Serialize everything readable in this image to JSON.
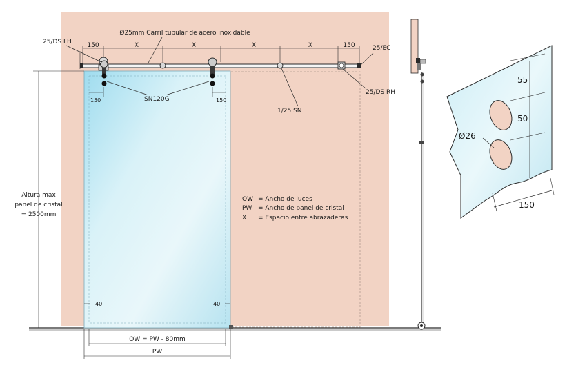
{
  "labels": {
    "rail_title": "Ø25mm Carril tubular de acero inoxidable",
    "ds_lh": "25/DS LH",
    "ds_rh": "25/DS RH",
    "ec": "25/EC",
    "sn120g": "SN120G",
    "sn": "1/25 SN",
    "max_height_line1": "Altura max",
    "max_height_line2": "panel de cristal",
    "max_height_line3": "= 2500mm",
    "ow_formula": "OW = PW - 80mm",
    "pw": "PW"
  },
  "top_dimensions": [
    "150",
    "X",
    "X",
    "X",
    "X",
    "150"
  ],
  "panel_dimensions": {
    "left_150": "150",
    "right_150": "150",
    "left_40": "40",
    "right_40": "40"
  },
  "legend": [
    {
      "key": "OW",
      "text": "= Ancho de luces"
    },
    {
      "key": "PW",
      "text": "= Ancho de panel de cristal"
    },
    {
      "key": "X",
      "text": "= Espacio entre abrazaderas"
    }
  ],
  "detail_dimensions": {
    "d55": "55",
    "d50": "50",
    "d26": "Ø26",
    "d150": "150"
  },
  "colors": {
    "wall": "#f2d3c4",
    "glass_light": "#dff4f9",
    "glass_dark": "#a8dff0",
    "line": "#2a2a2a",
    "dash": "#b09a90"
  }
}
